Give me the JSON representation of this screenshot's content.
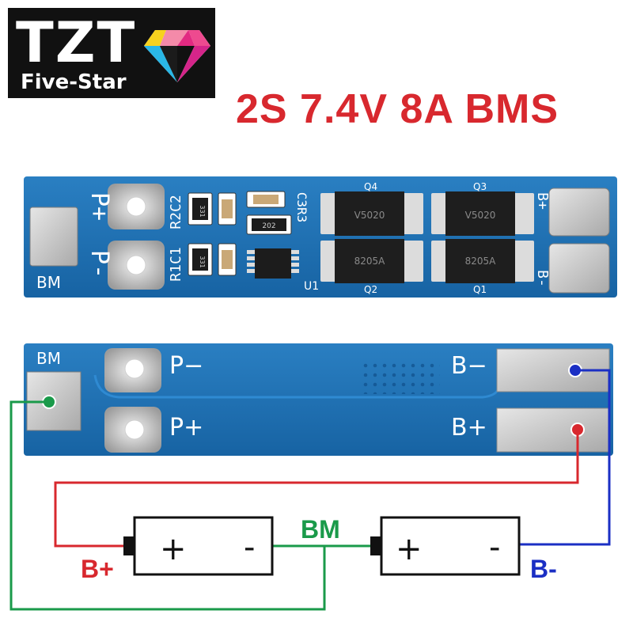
{
  "logo": {
    "brand": "TZT",
    "subtitle": "Five-Star",
    "icon": "diamond-icon"
  },
  "title": "2S 7.4V 8A BMS",
  "board_top": {
    "label_p_plus": "P+",
    "label_p_minus": "P-",
    "label_bm": "BM",
    "label_b_plus": "B+",
    "label_b_minus": "B-",
    "silk_r2c2": "R2C2",
    "silk_r1c1": "R1C1",
    "silk_c3r3": "C3R3",
    "silk_u1": "U1",
    "silk_q1": "Q1",
    "silk_q2": "Q2",
    "silk_q3": "Q3",
    "silk_q4": "Q4",
    "chip_q4_text": "V5020",
    "chip_q3_text": "V5020",
    "chip_q2_text": "8205A",
    "chip_q1_text": "8205A",
    "resistor_331_a": "331",
    "resistor_331_b": "331",
    "resistor_202": "202"
  },
  "board_bottom": {
    "label_bm": "BM",
    "label_p_minus": "P−",
    "label_p_plus": "P+",
    "label_b_minus": "B−",
    "label_b_plus": "B+"
  },
  "diagram": {
    "battery1_plus": "+",
    "battery1_minus": "-",
    "battery2_plus": "+",
    "battery2_minus": "-",
    "label_b_plus": "B+",
    "label_bm": "BM",
    "label_b_minus": "B-",
    "colors": {
      "red_wire": "#d8282e",
      "green_wire": "#1a9a4a",
      "blue_wire": "#1b2fc4",
      "pcb_blue": "#1a6fb0"
    }
  }
}
